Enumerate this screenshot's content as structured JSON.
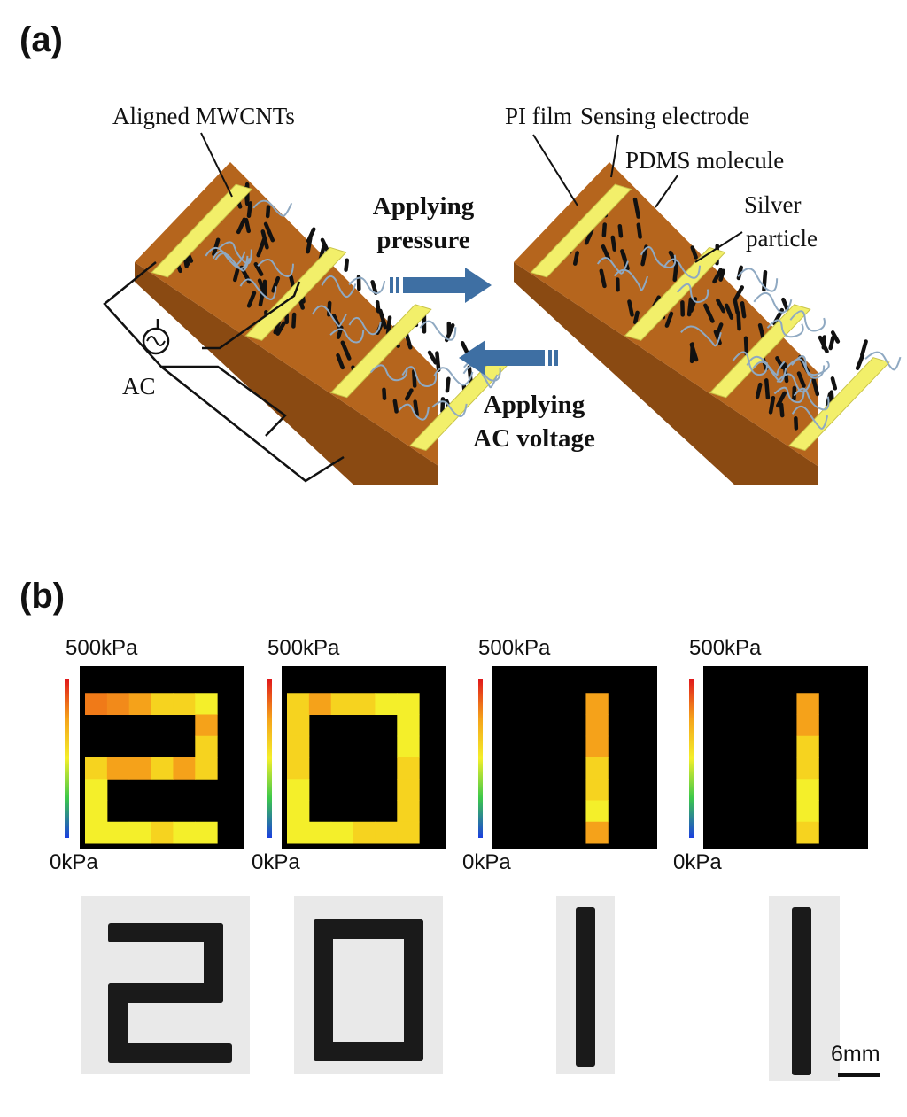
{
  "panel_a": {
    "label": "(a)",
    "callouts": {
      "aligned_mwcnts": "Aligned MWCNTs",
      "pi_film": "PI film",
      "sensing_electrode": "Sensing electrode",
      "pdms_molecule": "PDMS molecule",
      "silver_line1": "Silver",
      "silver_line2": "particle",
      "ac": "AC"
    },
    "arrows": {
      "forward_line1": "Applying",
      "forward_line2": "pressure",
      "back_line1": "Applying",
      "back_line2": "AC voltage"
    },
    "colors": {
      "substrate_top": "#b5651d",
      "substrate_side": "#8a4a12",
      "electrode": "#f2ef6a",
      "arrow": "#3e6fa3",
      "tube": "#8fa9c2"
    }
  },
  "panel_b": {
    "label": "(b)",
    "scale_max": "500kPa",
    "scale_min": "0kPa",
    "scale_bar": "6mm",
    "colors": {
      "map_bg": "#000000",
      "shape": "#1a1a1a",
      "photo_bg": "#e9e9e9"
    },
    "maps": [
      {
        "digit": "2",
        "grid": [
          "0000000",
          "5432210",
          "0000030",
          "0000020",
          "2332320",
          "1000000",
          "1000000",
          "1112110"
        ]
      },
      {
        "digit": "0",
        "grid": [
          "0000000",
          "2322110",
          "2000010",
          "2000010",
          "2000020",
          "1000020",
          "1000020",
          "1112220"
        ]
      },
      {
        "digit": "1",
        "grid": [
          "0000000",
          "0000300",
          "0000300",
          "0000300",
          "0000200",
          "0000200",
          "0000100",
          "0000300"
        ]
      },
      {
        "digit": "1",
        "grid": [
          "0000000",
          "0000300",
          "0000300",
          "0000200",
          "0000200",
          "0000100",
          "0000100",
          "0000200"
        ]
      }
    ]
  }
}
